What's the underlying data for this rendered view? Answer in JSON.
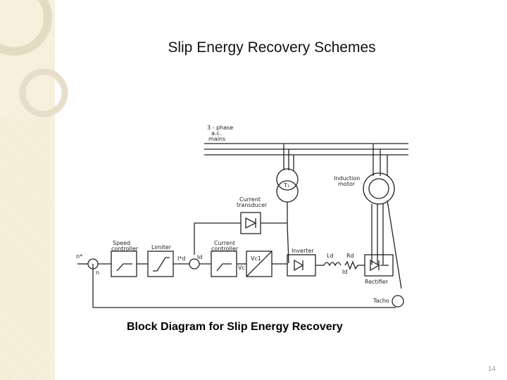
{
  "slide": {
    "title": "Slip Energy Recovery Schemes",
    "caption": "Block Diagram for Slip Energy Recovery",
    "page_number": "14"
  },
  "diagram": {
    "mains_label": [
      "3 - phase",
      "a.c.",
      "mains"
    ],
    "transformer_label": "T₁",
    "motor_label": [
      "Induction",
      "motor"
    ],
    "current_transducer_label": [
      "Current",
      "transducer"
    ],
    "speed_controller_label": [
      "Speed",
      "controller"
    ],
    "limiter_label": "Limiter",
    "current_controller_label": [
      "Current",
      "controller"
    ],
    "inverter_label": "Inverter",
    "rectifier_label": "Rectifier",
    "tacho_label": "Tacho",
    "n_ref": "n*",
    "n_fb": "n",
    "id_ref": "I*d",
    "id": "Id",
    "vc": "Vc",
    "vc1": "Vc1",
    "ld": "Ld",
    "rd": "Rd",
    "id_loop": "Id"
  },
  "colors": {
    "line": "#222222",
    "accent_tan": "#e8dfc2"
  }
}
